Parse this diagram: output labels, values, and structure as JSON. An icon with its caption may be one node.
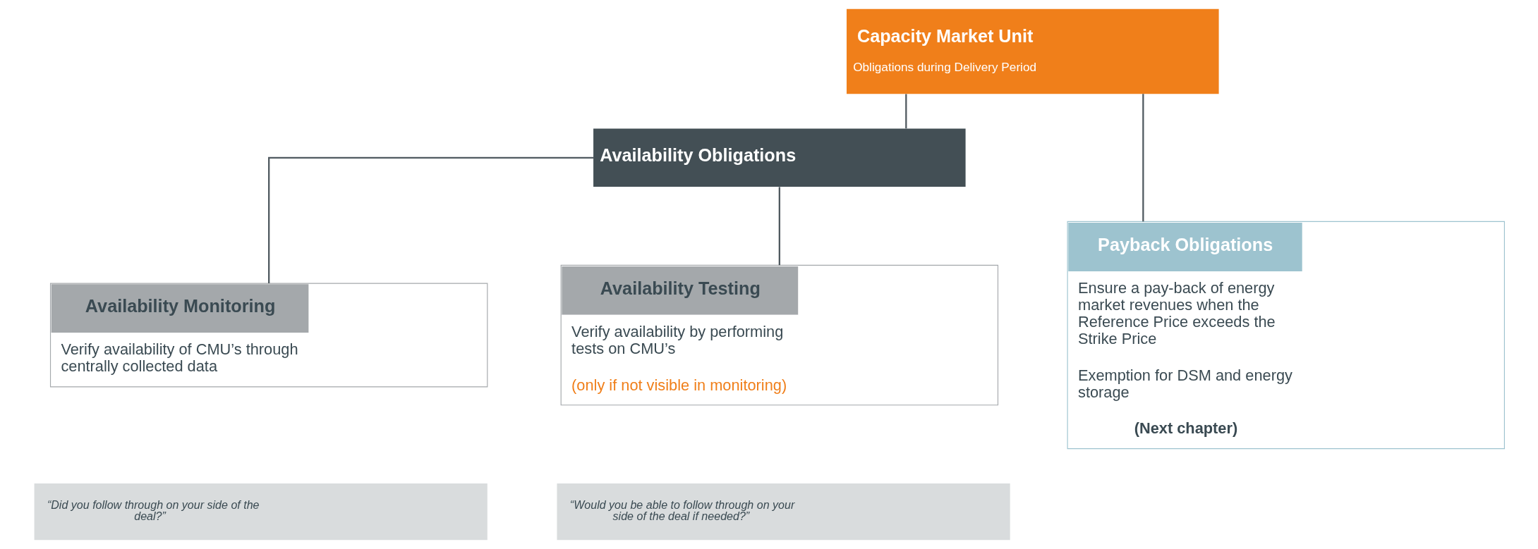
{
  "diagram": {
    "nodes": [
      {
        "text": [
          "Capacity Market Unit",
          "Obligations during Delivery Period"
        ]
      },
      {
        "text": [
          "Availability Obligations"
        ]
      },
      {
        "text": [
          "Payback Obligations",
          "Ensure a pay-back of energy market revenues when the Reference Price exceeds the Strike Price",
          "Exemption for DSM and energy storage",
          "(Next chapter)"
        ]
      },
      {
        "text": [
          "Availability Monitoring",
          "Verify availability of CMU’s through centrally collected data"
        ]
      },
      {
        "text": [
          "Availability Testing",
          "Verify availability by performing tests on CMU’s",
          "(only if not visible in monitoring)"
        ]
      },
      {
        "text": [
          "“Did you follow through on your side of the deal?”"
        ]
      },
      {
        "text": [
          "“Would you be able to follow through on your side of the deal if needed?”"
        ]
      }
    ],
    "edges": [
      {
        "from": 0,
        "to": 1,
        "arrow": "none"
      },
      {
        "from": 0,
        "to": 2,
        "arrow": "none"
      },
      {
        "from": 1,
        "to": 3,
        "arrow": "none"
      },
      {
        "from": 1,
        "to": 4,
        "arrow": "none"
      }
    ]
  }
}
